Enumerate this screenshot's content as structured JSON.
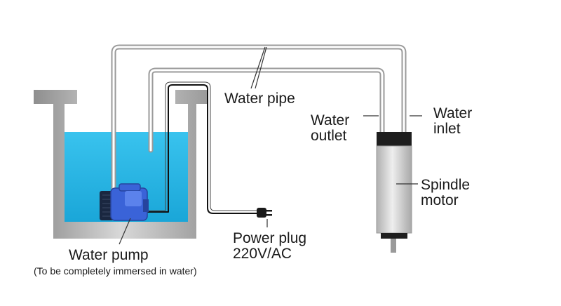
{
  "labels": {
    "water_pipe": "Water pipe",
    "water_outlet": [
      "Water",
      "outlet"
    ],
    "water_inlet": [
      "Water",
      "inlet"
    ],
    "spindle_motor": [
      "Spindle",
      "motor"
    ],
    "power_plug": [
      "Power plug",
      "220V/AC"
    ],
    "water_pump": "Water pump",
    "pump_note": "(To be completely immersed in water)"
  },
  "colors": {
    "water": "#2bbbe8",
    "tank": "#a0a0a0",
    "pump": "#3a63d8",
    "pump_dark": "#1a2740",
    "pipe": "#b8b8b8",
    "motor_body": "#cfcfcf",
    "motor_cap": "#1e1e1e"
  }
}
